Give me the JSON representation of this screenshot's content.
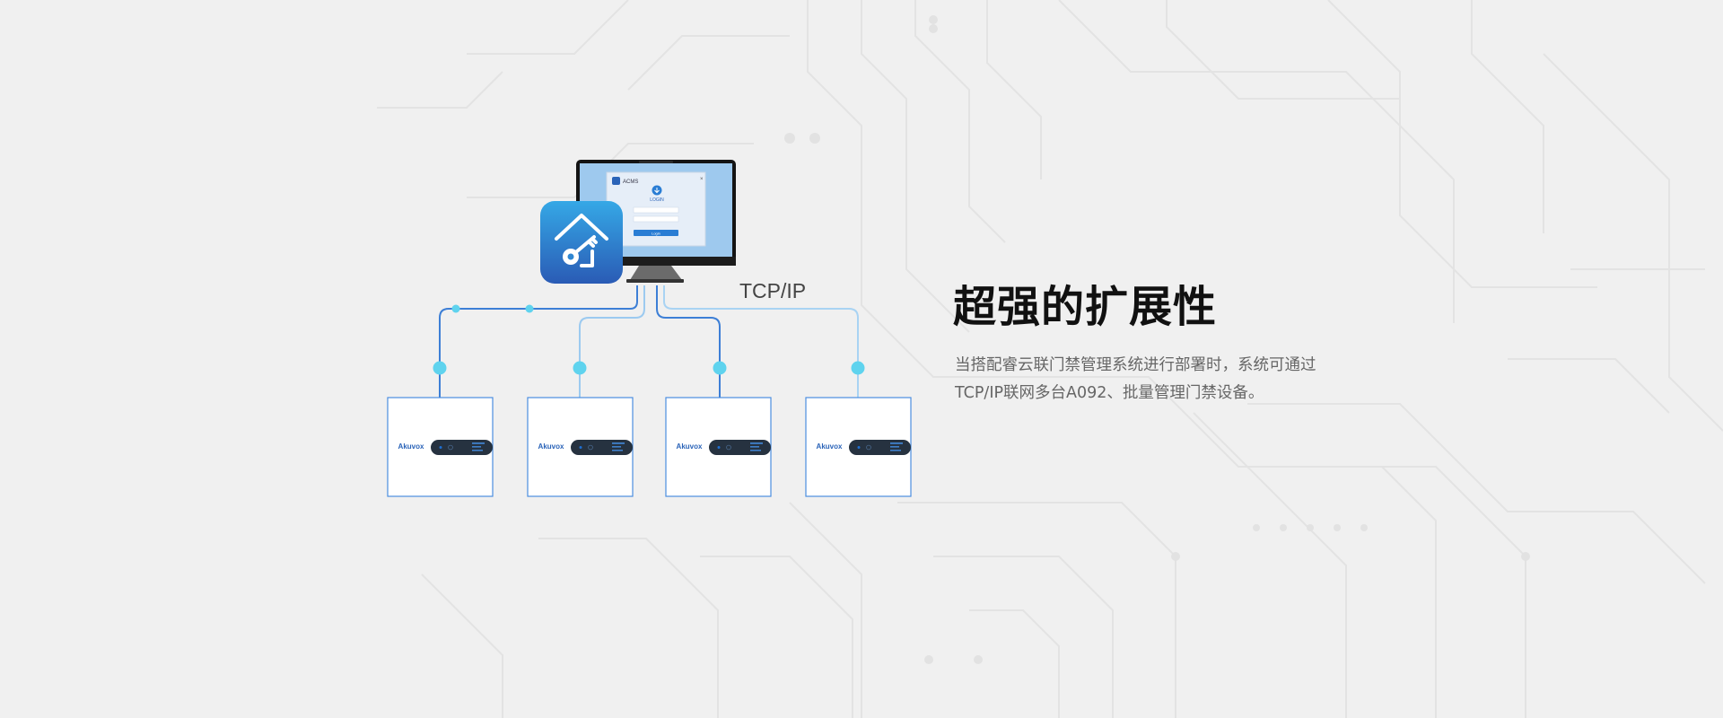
{
  "hero": {
    "title": "超强的扩展性",
    "description": "当搭配睿云联门禁管理系统进行部署时，系统可通过TCP/IP联网多台A092、批量管理门禁设备。"
  },
  "diagram": {
    "protocol_label": "TCP/IP",
    "monitor": {
      "app_name": "ACMS",
      "login_title": "LOGIN",
      "login_button": "Login"
    },
    "devices": [
      {
        "brand": "Akuvox"
      },
      {
        "brand": "Akuvox"
      },
      {
        "brand": "Akuvox"
      },
      {
        "brand": "Akuvox"
      }
    ]
  },
  "colors": {
    "background": "#f0f0f0",
    "accent_blue": "#3d7fd6",
    "node_cyan": "#5fd3ee",
    "app_icon_top": "#35a8e6",
    "app_icon_bottom": "#2a5bb5",
    "title": "#111111",
    "body_text": "#666666"
  },
  "icons": [
    "house-key-app-icon",
    "user-icon",
    "lock-icon",
    "download-icon"
  ]
}
